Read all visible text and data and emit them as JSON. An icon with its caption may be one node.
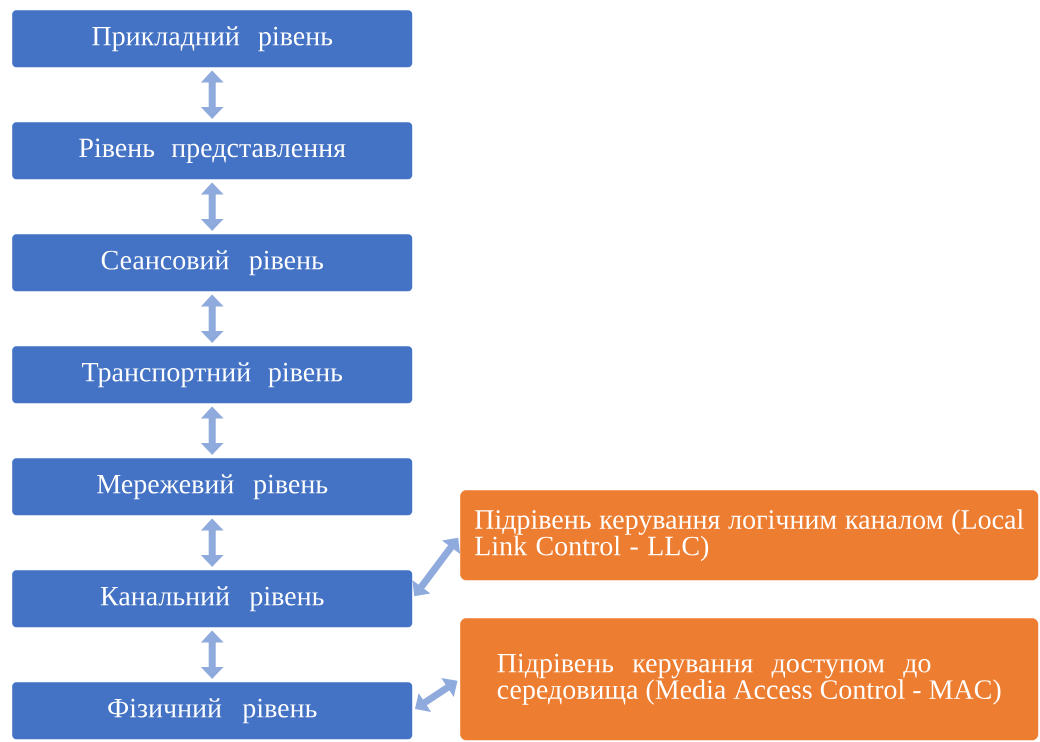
{
  "diagram": {
    "nodes": [
      {
        "text": [
          "Прикладний рівень"
        ]
      },
      {
        "text": [
          "Рівень представлення"
        ]
      },
      {
        "text": [
          "Сеансовий рівень"
        ]
      },
      {
        "text": [
          "Транспортний рівень"
        ]
      },
      {
        "text": [
          "Мережевий рівень"
        ]
      },
      {
        "text": [
          "Канальний рівень"
        ]
      },
      {
        "text": [
          "Фізичний рівень"
        ]
      },
      {
        "text": [
          "Підрівень керування логічним каналом (Local Link Control - LLC)"
        ]
      },
      {
        "text": [
          "Підрівень керування доступом до середовища (Media Access Control - MAC)"
        ]
      }
    ],
    "edges": [
      {
        "from": 0,
        "to": 1,
        "arrow": "both"
      },
      {
        "from": 1,
        "to": 2,
        "arrow": "both"
      },
      {
        "from": 2,
        "to": 3,
        "arrow": "both"
      },
      {
        "from": 3,
        "to": 4,
        "arrow": "both"
      },
      {
        "from": 4,
        "to": 5,
        "arrow": "both"
      },
      {
        "from": 5,
        "to": 6,
        "arrow": "both"
      },
      {
        "from": 5,
        "to": 7,
        "arrow": "both"
      },
      {
        "from": 6,
        "to": 8,
        "arrow": "both"
      }
    ]
  }
}
